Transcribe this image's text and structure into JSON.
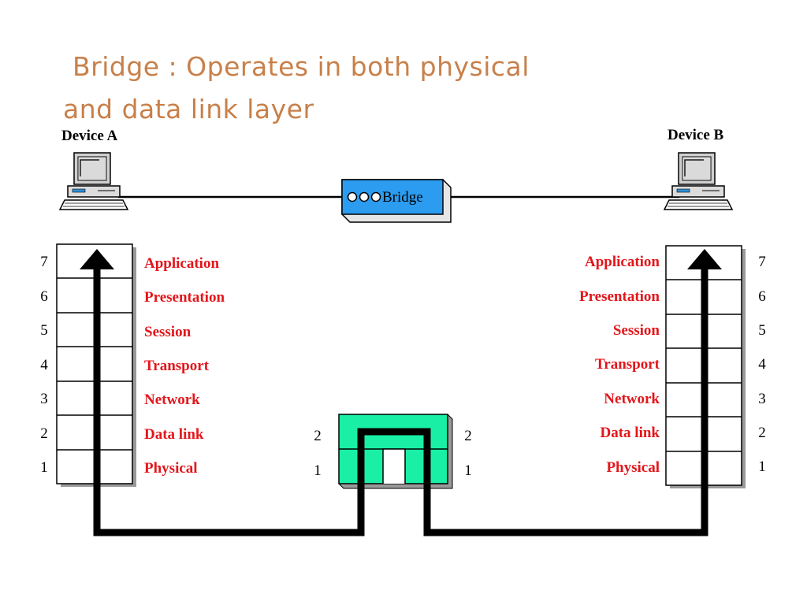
{
  "title": {
    "line1": "Bridge : Operates in both physical",
    "line2": "and data link layer"
  },
  "devices": {
    "a_label": "Device A",
    "b_label": "Device B"
  },
  "bridge": {
    "label": "Bridge",
    "layer_numbers": [
      "2",
      "1"
    ]
  },
  "stack": {
    "numbers": [
      "7",
      "6",
      "5",
      "4",
      "3",
      "2",
      "1"
    ],
    "layers": [
      "Application",
      "Presentation",
      "Session",
      "Transport",
      "Network",
      "Data link",
      "Physical"
    ]
  },
  "colors": {
    "title": "#c8804a",
    "layer_text": "#e3161b",
    "bridge_box": "#2b9cf0",
    "bridge_stack": "#19f0a6"
  }
}
